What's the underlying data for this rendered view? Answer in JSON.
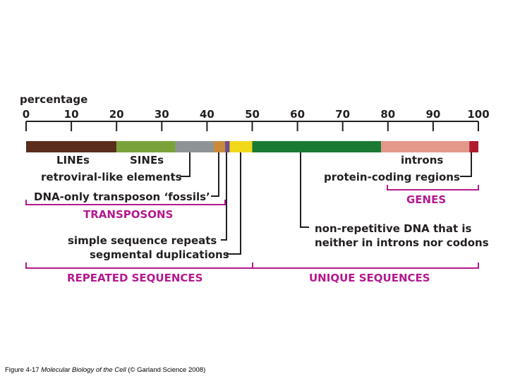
{
  "axis": {
    "title": "percentage",
    "ticks": [
      "0",
      "10",
      "20",
      "30",
      "40",
      "50",
      "60",
      "70",
      "80",
      "90",
      "100"
    ]
  },
  "segments": [
    {
      "name": "LINEs",
      "start": 0,
      "end": 20,
      "color": "#5a2e1c"
    },
    {
      "name": "SINEs",
      "start": 20,
      "end": 33,
      "color": "#7aa23a"
    },
    {
      "name": "retroviral-like elements",
      "start": 33,
      "end": 41.5,
      "color": "#8e9396"
    },
    {
      "name": "DNA-only transposon fossils",
      "start": 41.5,
      "end": 44,
      "color": "#c98a3c"
    },
    {
      "name": "simple sequence repeats",
      "start": 44,
      "end": 45,
      "color": "#6c4e8f"
    },
    {
      "name": "segmental duplications",
      "start": 45,
      "end": 50,
      "color": "#f2d81a"
    },
    {
      "name": "non-repetitive DNA",
      "start": 50,
      "end": 78.5,
      "color": "#1a7a34"
    },
    {
      "name": "introns",
      "start": 78.5,
      "end": 98,
      "color": "#e3988a"
    },
    {
      "name": "protein-coding regions",
      "start": 98,
      "end": 100,
      "color": "#b01c2e"
    }
  ],
  "labels": {
    "lines": "LINEs",
    "sines": "SINEs",
    "retroviral": "retroviral-like elements",
    "dna_only": "DNA-only transposon ‘fossils’",
    "transposons": "TRANSPOSONS",
    "simple_repeats": "simple sequence repeats",
    "segmental": "segmental duplications",
    "repeated": "REPEATED SEQUENCES",
    "introns": "introns",
    "protein_coding": "protein-coding regions",
    "genes": "GENES",
    "nonrep_1": "non-repetitive DNA that is",
    "nonrep_2": "neither in introns nor codons",
    "unique": "UNIQUE SEQUENCES"
  },
  "caption": {
    "prefix": "Figure 4-17",
    "title": "Molecular Biology of the Cell",
    "suffix": "(© Garland Science 2008)"
  },
  "colors": {
    "accent": "#b4198f",
    "ink": "#231f20"
  }
}
